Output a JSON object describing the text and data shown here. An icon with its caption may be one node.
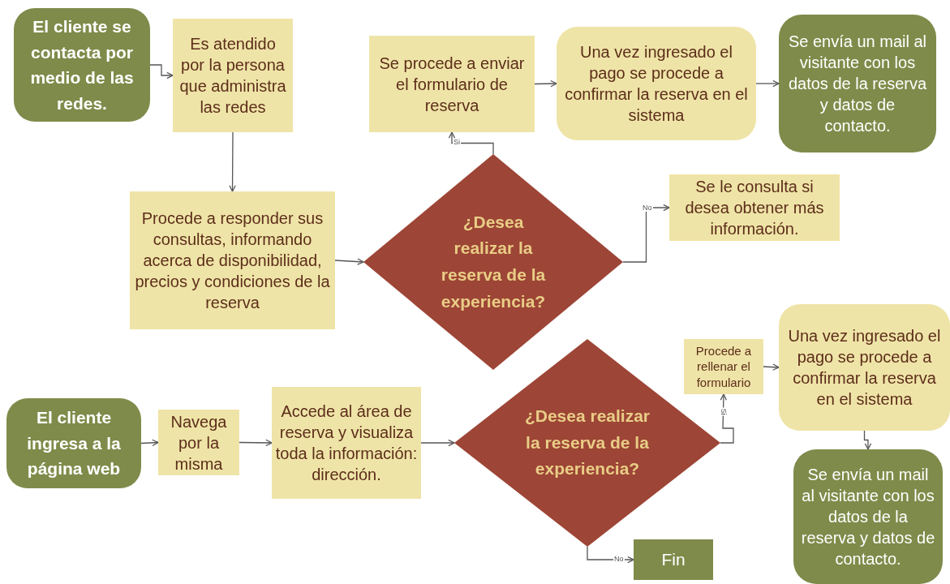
{
  "diagram": {
    "nodes": [
      {
        "text": [
          "El cliente se contacta por medio de las redes."
        ]
      },
      {
        "text": [
          "Es atendido por la persona que administra las redes"
        ]
      },
      {
        "text": [
          "Procede a responder sus consultas, informando acerca de disponibilidad, precios y condiciones de la reserva"
        ]
      },
      {
        "text": [
          "¿Desea realizar la reserva de la experiencia?"
        ]
      },
      {
        "text": [
          "Se procede a enviar el formulario de reserva"
        ]
      },
      {
        "text": [
          "Una vez ingresado el pago se procede a confirmar la reserva en el sistema"
        ]
      },
      {
        "text": [
          "Se envía un mail al visitante con los datos de la reserva y datos de contacto."
        ]
      },
      {
        "text": [
          "Se le consulta si desea obtener más información."
        ]
      },
      {
        "text": [
          "El cliente ingresa a la página web"
        ]
      },
      {
        "text": [
          "Navega por la misma"
        ]
      },
      {
        "text": [
          "Accede al área de reserva y visualiza toda la información: dirección."
        ]
      },
      {
        "text": [
          "¿Desea realizar la reserva de la experiencia?"
        ]
      },
      {
        "text": [
          "Procede a rellenar el formulario"
        ]
      },
      {
        "text": [
          "Una vez ingresado el pago se procede a confirmar la reserva en el sistema"
        ]
      },
      {
        "text": [
          "Se envía un mail al visitante con los datos de la reserva y datos de contacto."
        ]
      },
      {
        "text": [
          "Fin"
        ]
      }
    ],
    "edges": [
      {
        "from": 0,
        "to": 1,
        "arrow": "to"
      },
      {
        "from": 1,
        "to": 2,
        "arrow": "to"
      },
      {
        "from": 2,
        "to": 3,
        "arrow": "to"
      },
      {
        "from": 3,
        "to": 4,
        "arrow": "to",
        "label": "Si"
      },
      {
        "from": 4,
        "to": 5,
        "arrow": "to"
      },
      {
        "from": 5,
        "to": 6,
        "arrow": "to"
      },
      {
        "from": 3,
        "to": 7,
        "arrow": "to",
        "label": "No"
      },
      {
        "from": 8,
        "to": 9,
        "arrow": "to"
      },
      {
        "from": 9,
        "to": 10,
        "arrow": "to"
      },
      {
        "from": 10,
        "to": 11,
        "arrow": "to"
      },
      {
        "from": 11,
        "to": 12,
        "arrow": "to",
        "label": "Si"
      },
      {
        "from": 12,
        "to": 13,
        "arrow": "to"
      },
      {
        "from": 13,
        "to": 14,
        "arrow": "to"
      },
      {
        "from": 11,
        "to": 15,
        "arrow": "to",
        "label": "No"
      }
    ]
  }
}
